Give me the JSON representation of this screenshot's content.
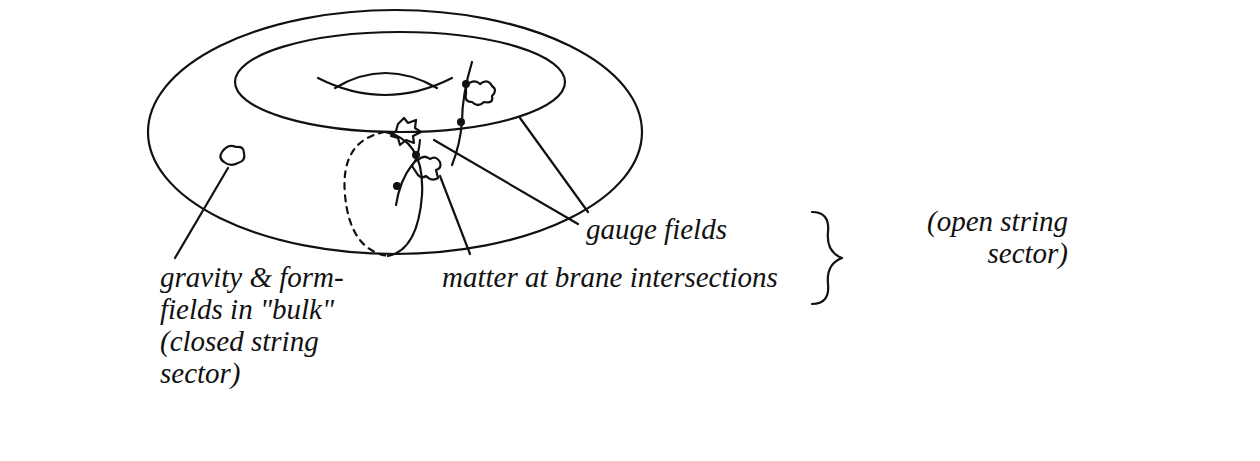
{
  "diagram": {
    "labels": [
      "gravity & form-fields in \"bulk\" (closed string sector)",
      "gauge fields",
      "matter at brane intersections",
      "(open string sector)"
    ]
  }
}
